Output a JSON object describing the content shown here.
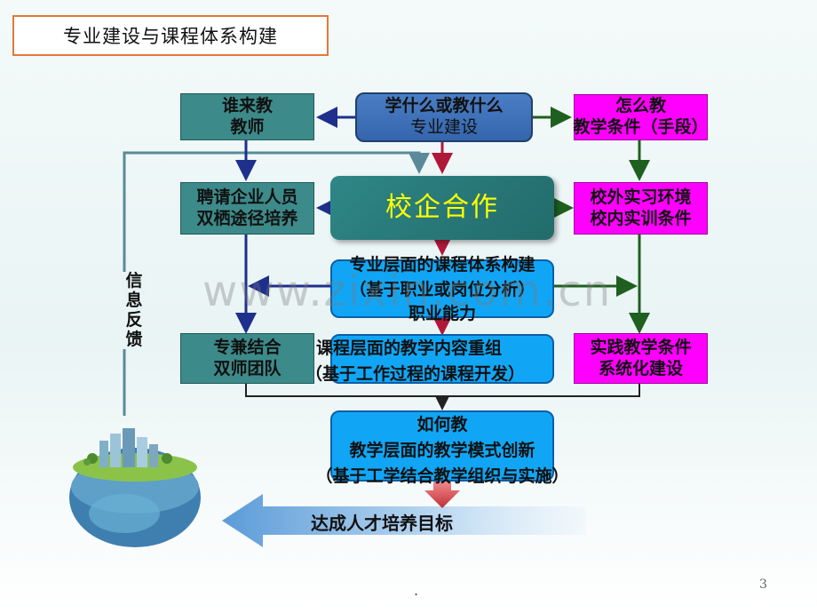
{
  "title": "专业建设与课程体系构建",
  "boxes": {
    "who": [
      "谁来教",
      "教师"
    ],
    "what": [
      "学什么或教什么",
      "专业建设"
    ],
    "how": [
      "怎么教",
      "教学条件（手段）"
    ],
    "recruit": [
      "聘请企业人员",
      "双栖途径培养"
    ],
    "center": "校企合作",
    "outside": [
      "校外实习环境",
      "校内实训条件"
    ],
    "major": [
      "专业层面的课程体系构建",
      "（基于职业或岗位分析）",
      "职业能力"
    ],
    "dual": [
      "专兼结合",
      "双师团队"
    ],
    "course": [
      "课程层面的教学内容重组",
      "（基于工作过程的课程开发）"
    ],
    "practice": [
      "实践教学条件",
      "系统化建设"
    ],
    "teaching": [
      "如何教",
      "教学层面的教学模式创新",
      "（基于工学结合教学组织与实施）"
    ]
  },
  "feedback": [
    "信",
    "息",
    "反",
    "馈"
  ],
  "goal": "达成人才培养目标",
  "watermark": "www.zixin.com.cn",
  "dot": ".",
  "page_number": "3",
  "colors": {
    "teal": "#3d8a8a",
    "blue": "#4a7ec4",
    "magenta": "#ff00ff",
    "center": "#2f8686",
    "center_text": "#ffff00",
    "cyan": "#11a6f5",
    "title_border": "#e07a3a",
    "arrow_navy": "#1e2f8c",
    "arrow_red": "#b0183a",
    "arrow_green": "#1f5f1f",
    "feedback_line": "#5a8a9a"
  }
}
